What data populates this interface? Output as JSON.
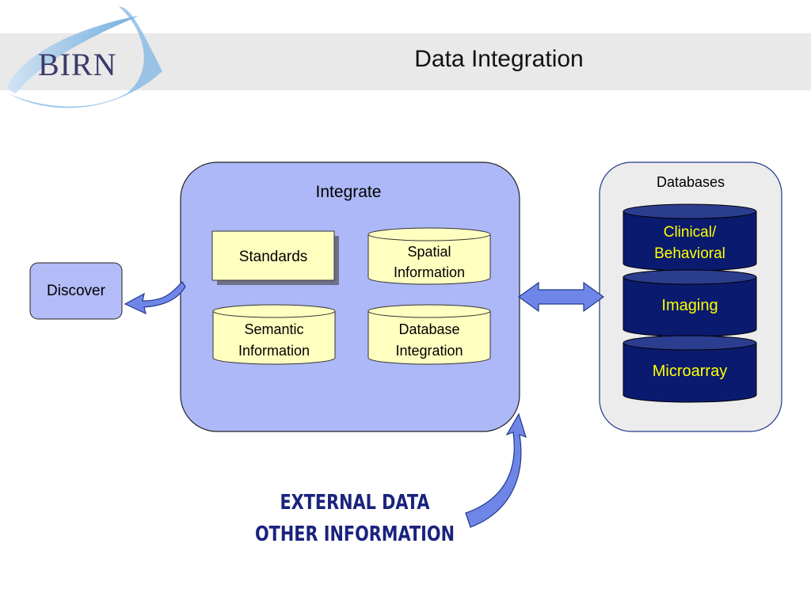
{
  "header": {
    "logo_text": "BIRN",
    "title": "Data Integration"
  },
  "discover": {
    "label": "Discover"
  },
  "integrate": {
    "title": "Integrate",
    "standards": "Standards",
    "spatial": [
      "Spatial",
      "Information"
    ],
    "semantic": [
      "Semantic",
      "Information"
    ],
    "database_integration": [
      "Database",
      "Integration"
    ]
  },
  "databases": {
    "title": "Databases",
    "items": [
      {
        "lines": [
          "Clinical/",
          "Behavioral"
        ]
      },
      {
        "lines": [
          "Imaging"
        ]
      },
      {
        "lines": [
          "Microarray"
        ]
      }
    ]
  },
  "external": {
    "line1": "EXTERNAL DATA",
    "line2": "OTHER INFORMATION"
  },
  "colors": {
    "header_band": "#e9e9e9",
    "integrate_fill": "#adb8f8",
    "discover_fill": "#b3bcf6",
    "databases_panel": "#ececec",
    "cylinder_yellow": "#ffffc0",
    "db_cylinder": "#0a1a6e",
    "db_text": "#ffff00",
    "arrow_fill": "#6f86e8",
    "external_text": "#1a237e"
  }
}
